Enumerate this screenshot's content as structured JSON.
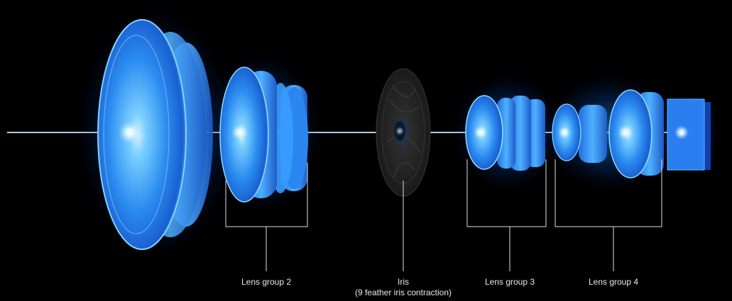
{
  "labels": {
    "lens_group_2": "Lens group 2",
    "iris_title": "Iris",
    "iris_detail": "(9 feather iris contraction)",
    "lens_group_3": "Lens group 3",
    "lens_group_4": "Lens group 4"
  },
  "colors": {
    "background": "#000000",
    "lens_glow": "#1e88ff",
    "lens_core": "#6ec8ff",
    "beam": "#bfe6ff",
    "iris": "#262626",
    "bracket": "#e0e0e0",
    "label_text": "#e8e8e8"
  }
}
